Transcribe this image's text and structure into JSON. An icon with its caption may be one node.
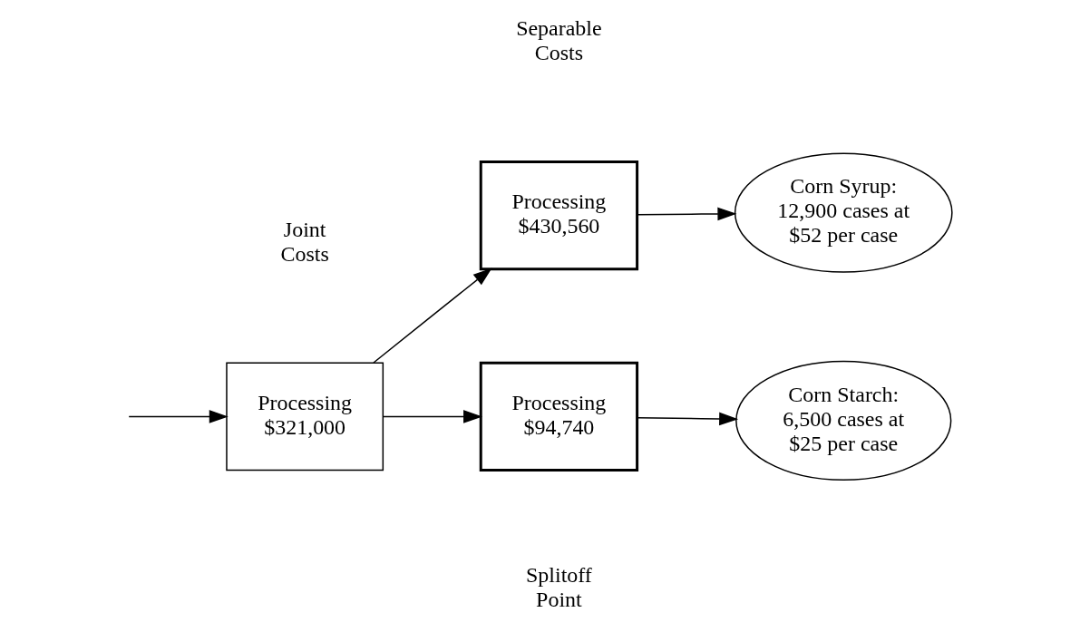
{
  "diagram": {
    "nodes": [
      {
        "text": [
          "Processing $321,000"
        ]
      },
      {
        "text": [
          "Processing $430,560"
        ]
      },
      {
        "text": [
          "Processing $94,740"
        ]
      },
      {
        "text": [
          "Corn Syrup: 12,900 cases at $52 per case"
        ]
      },
      {
        "text": [
          "Corn Starch: 6,500 cases at $25 per case"
        ]
      }
    ],
    "edges": [
      {
        "from": null,
        "to": 0,
        "arrow": "to"
      },
      {
        "from": 0,
        "to": 1,
        "arrow": "to"
      },
      {
        "from": 0,
        "to": 2,
        "arrow": "to"
      },
      {
        "from": 1,
        "to": 3,
        "arrow": "to"
      },
      {
        "from": 2,
        "to": 4,
        "arrow": "to"
      }
    ],
    "labels": [
      "Joint Costs",
      "Separable Costs",
      "Splitoff Point"
    ]
  }
}
